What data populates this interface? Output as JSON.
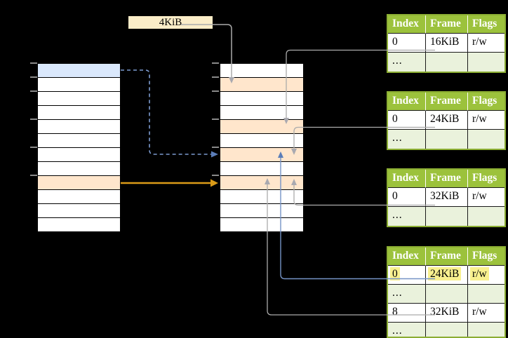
{
  "title": "page-table-to-physical-memory-diagram",
  "page_size_label": "4KiB",
  "memory_maps": {
    "left_virtual_memory": {
      "rows": 12,
      "highlighted_rows": [
        {
          "row": 1,
          "color": "#DAE8FC"
        },
        {
          "row": 9,
          "color": "#FFE6CC"
        }
      ],
      "tick_y_positions": [
        90,
        110,
        130,
        170,
        210,
        250
      ]
    },
    "middle_physical_memory": {
      "rows": 12,
      "highlighted_rows": [
        {
          "row": 2,
          "color": "#FFE6CC"
        },
        {
          "row": 5,
          "color": "#FFE6CC"
        },
        {
          "row": 7,
          "color": "#FFE6CC"
        },
        {
          "row": 9,
          "color": "#FFE6CC"
        }
      ],
      "tick_y_positions": [
        90,
        110,
        130,
        170,
        210,
        250
      ]
    }
  },
  "page_tables": [
    {
      "headers": [
        "Index",
        "Frame",
        "Flags"
      ],
      "rows": [
        {
          "index": "0",
          "frame": "16KiB",
          "flags": "r/w"
        },
        {
          "index": "...",
          "frame": "",
          "flags": ""
        }
      ]
    },
    {
      "headers": [
        "Index",
        "Frame",
        "Flags"
      ],
      "rows": [
        {
          "index": "0",
          "frame": "24KiB",
          "flags": "r/w"
        },
        {
          "index": "...",
          "frame": "",
          "flags": ""
        }
      ]
    },
    {
      "headers": [
        "Index",
        "Frame",
        "Flags"
      ],
      "rows": [
        {
          "index": "0",
          "frame": "32KiB",
          "flags": "r/w"
        },
        {
          "index": "...",
          "frame": "",
          "flags": ""
        }
      ]
    },
    {
      "headers": [
        "Index",
        "Frame",
        "Flags"
      ],
      "rows": [
        {
          "index": "0",
          "frame": "24KiB",
          "flags": "r/w",
          "highlighted": true
        },
        {
          "index": "...",
          "frame": "",
          "flags": ""
        },
        {
          "index": "8",
          "frame": "32KiB",
          "flags": "r/w"
        },
        {
          "index": "...",
          "frame": "",
          "flags": ""
        }
      ]
    }
  ],
  "colors": {
    "background": "#000000",
    "row_highlight_blue": "#DAE8FC",
    "row_highlight_orange": "#FFE6CC",
    "label_box_fill": "#FBEDC8",
    "table_header_green": "#9CC23C",
    "table_dots_row_green": "#EAF2DC",
    "table_border_green": "#8CAE33",
    "cell_text_highlight_yellow": "#F9F08F",
    "wire_gray": "#ABABAB",
    "wire_blue": "#7593C6",
    "wire_blue_dashed": "#7C9BD0",
    "wire_orange": "#DB9B18",
    "tick_gray": "#8A8A8A"
  }
}
